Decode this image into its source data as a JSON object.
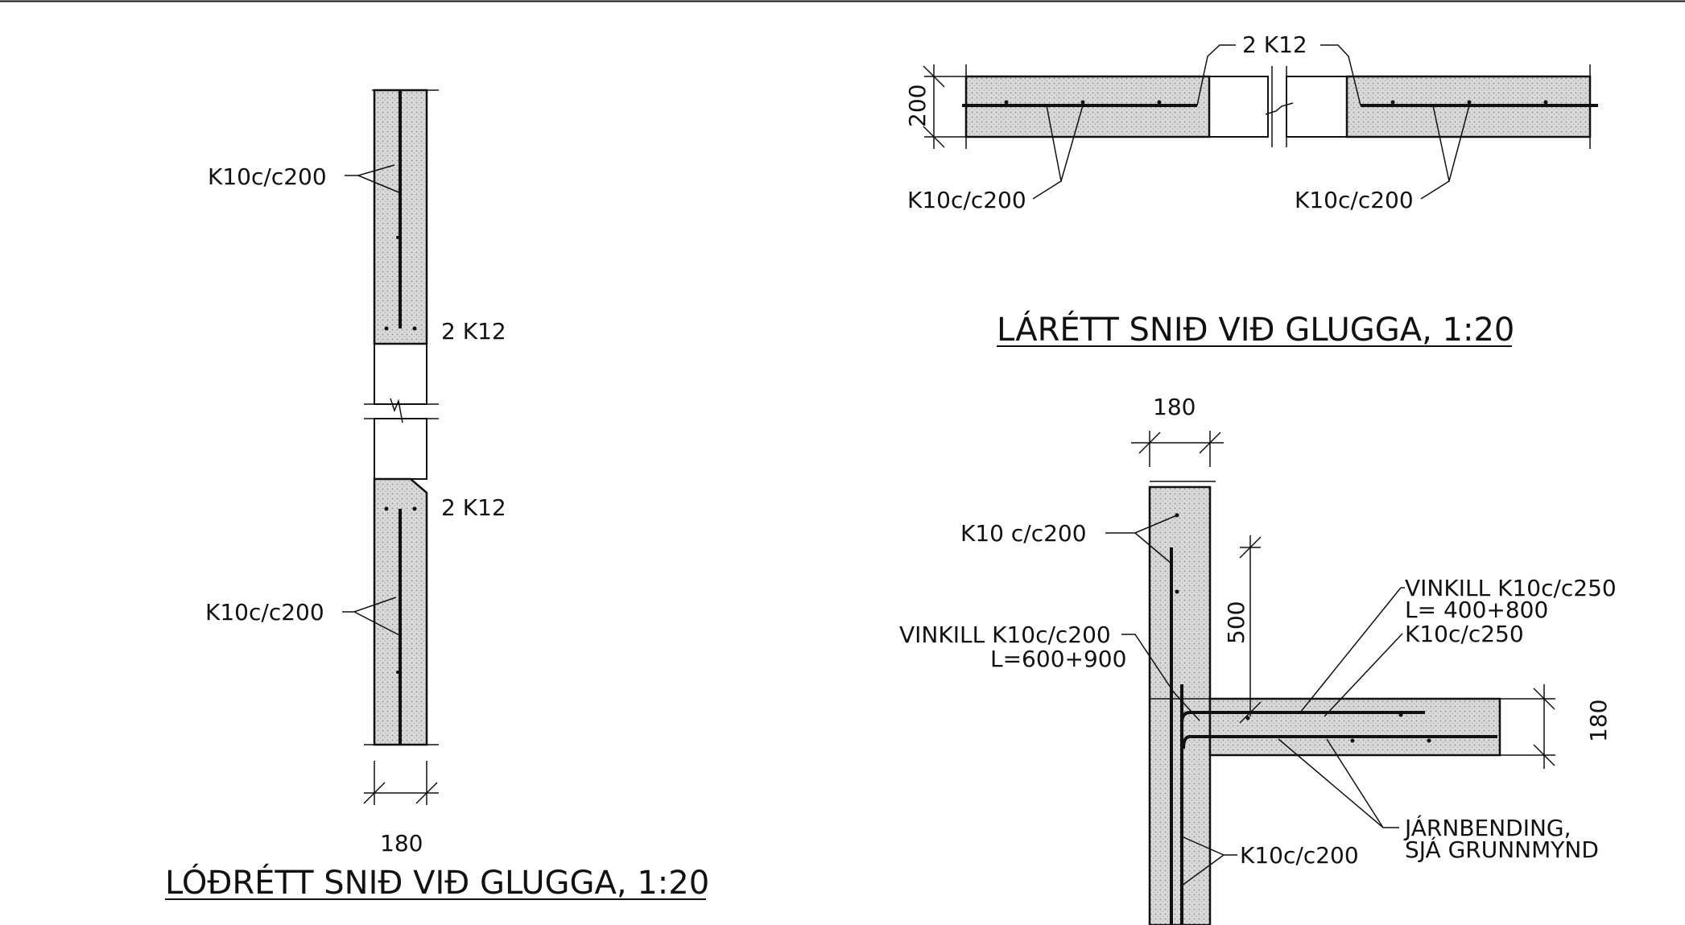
{
  "labels": {
    "v_bar_top": "K10c/c200",
    "v_k12_top": "2  K12",
    "v_k12_bottom": "2  K12",
    "v_bar_bottom": "K10c/c200",
    "v_dim": "180",
    "h_k12": "2  K12",
    "h_dim": "200",
    "h_bar_left": "K10c/c200",
    "h_bar_right": "K10c/c200",
    "c_dim_top": "180",
    "c_bar_wall": "K10  c/c200",
    "c_dim_500": "500",
    "c_vinkill_left_1": "VINKILL  K10c/c200",
    "c_vinkill_left_2": "L=600+900",
    "c_vinkill_right_1": "VINKILL  K10c/c250",
    "c_vinkill_right_2": "L=  400+800",
    "c_vinkill_right_3": "K10c/c250",
    "c_dim_right": "180",
    "c_jarn_1": "JÁRNBENDING,",
    "c_jarn_2": "SJÁ  GRUNNMYND",
    "c_bar_bottom": "K10c/c200"
  },
  "titles": {
    "vertical": "LÓÐRÉTT  SNIÐ  VIÐ  GLUGGA,  1:20",
    "horizontal": "LÁRÉTT  SNIÐ  VIÐ  GLUGGA,  1:20"
  }
}
